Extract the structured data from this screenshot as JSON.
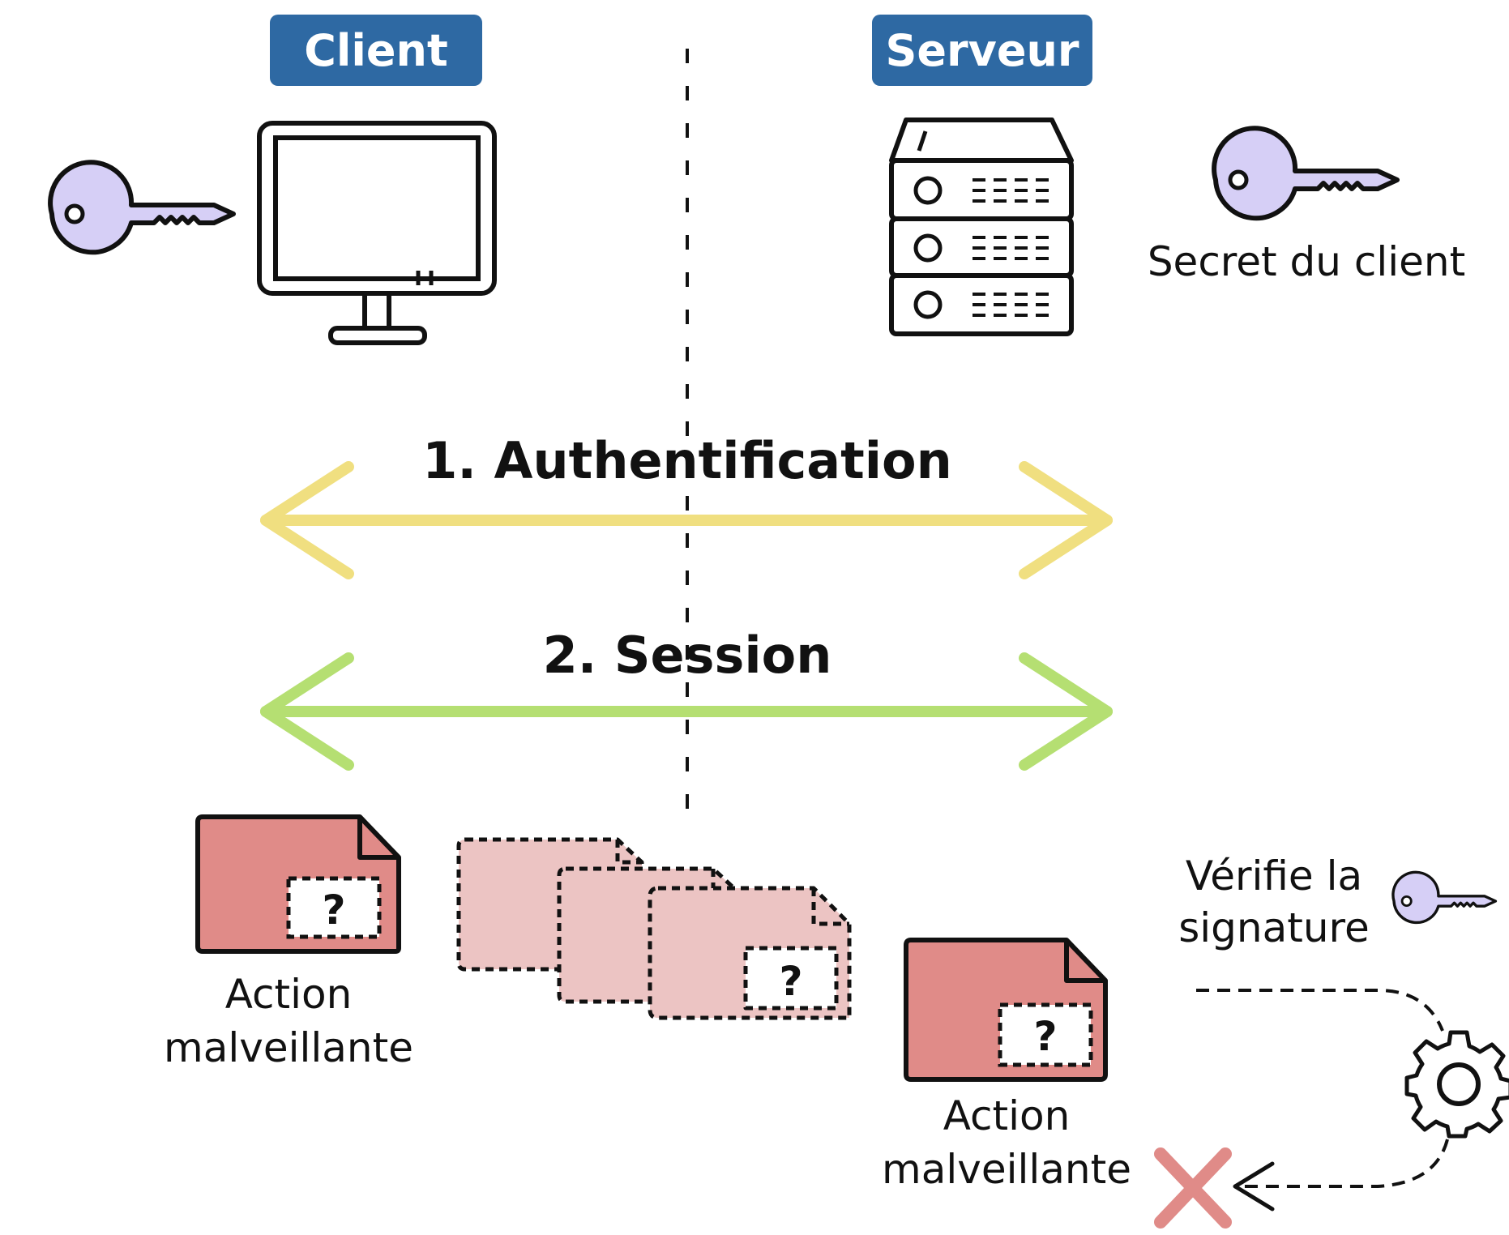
{
  "headers": {
    "client": "Client",
    "server": "Serveur"
  },
  "labels": {
    "client_secret": "Secret du client",
    "step1": "1. Authentification",
    "step2": "2. Session",
    "malicious_line1": "Action",
    "malicious_line2": "malveillante",
    "verify_line1": "Vérifie la",
    "verify_line2": "signature",
    "question_mark": "?"
  },
  "colors": {
    "header_bg": "#2e69a3",
    "key_fill": "#d6cff6",
    "auth_arrow": "#f0df80",
    "session_arrow": "#b5df72",
    "doc_fill": "#e08b88",
    "doc_ghost_fill": "#ecc4c3",
    "reject_cross": "#e08b88"
  },
  "icons": {
    "client_key": "key-icon",
    "server_key": "key-icon",
    "verify_key": "key-icon",
    "computer": "monitor-icon",
    "server": "server-rack-icon",
    "gear": "gear-icon",
    "reject": "cross-icon"
  }
}
